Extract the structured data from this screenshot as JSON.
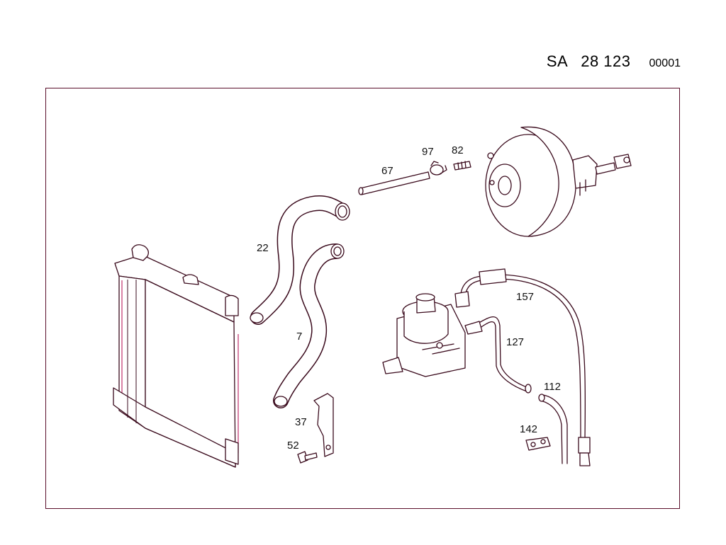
{
  "header": {
    "prefix": "SA",
    "group": "28 123",
    "sheet": "00001"
  },
  "parts": [
    {
      "id": "p67",
      "label": "67"
    },
    {
      "id": "p97",
      "label": "97"
    },
    {
      "id": "p82",
      "label": "82"
    },
    {
      "id": "p22",
      "label": "22"
    },
    {
      "id": "p7",
      "label": "7"
    },
    {
      "id": "p157",
      "label": "157"
    },
    {
      "id": "p127",
      "label": "127"
    },
    {
      "id": "p112",
      "label": "112"
    },
    {
      "id": "p37",
      "label": "37"
    },
    {
      "id": "p52",
      "label": "52"
    },
    {
      "id": "p142",
      "label": "142"
    }
  ]
}
